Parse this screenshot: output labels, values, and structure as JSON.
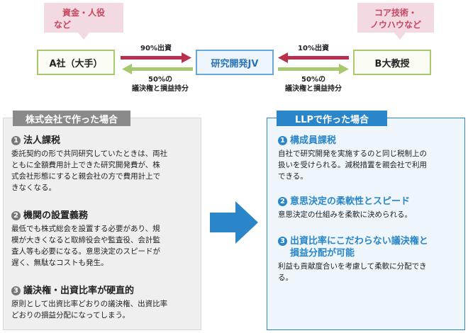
{
  "top": {
    "bubble_a": [
      "資金・人役",
      "など"
    ],
    "bubble_b": [
      "コア技術・",
      "ノウハウなど"
    ],
    "entity_a": "A社（大手）",
    "jv": "研究開発JV",
    "entity_b": "B大教授",
    "left_top_label": "90%出資",
    "left_bottom_label": [
      "50%の",
      "議決権と損益持分"
    ],
    "right_top_label": "10%出資",
    "right_bottom_label": [
      "50%の",
      "議決権と損益持分"
    ]
  },
  "left_panel": {
    "tab": "株式会社で作った場合",
    "sections": [
      {
        "num": "1",
        "title": "法人課税",
        "body": [
          "委託契約の形で共同研究していたときは、両社",
          "ともに全額費用計上できた研究開発費が、株",
          "式会社形態にすると親会社の方で費用計上で",
          "きなくなる。"
        ]
      },
      {
        "num": "2",
        "title": "機関の設置義務",
        "body": [
          "最低でも株式総会を設置する必要があり、規",
          "模が大きくなると取締役会や監査役、会計監",
          "査人等も必要になる。意思決定のスピードが",
          "遅く、無駄なコストも発生。"
        ]
      },
      {
        "num": "3",
        "title": "議決権・出資比率が硬直的",
        "body": [
          "原則として出資比率どおりの議決権、出資比率",
          "どおりの損益分配になってしまう。"
        ]
      }
    ]
  },
  "right_panel": {
    "tab": "LLPで作った場合",
    "sections": [
      {
        "num": "1",
        "title": [
          "構成員課税"
        ],
        "body": [
          "自社で研究開発を実施するのと同じ税制上の",
          "扱いを受けられる。減税措置を親会社で利用",
          "できる。"
        ]
      },
      {
        "num": "2",
        "title": [
          "意思決定の柔軟性とスピード"
        ],
        "body": [
          "意思決定の仕組みを柔軟に決められる。"
        ]
      },
      {
        "num": "3",
        "title": [
          "出資比率にこだわらない議決権と",
          "損益分配が可能"
        ],
        "body": [
          "利益も貢献度合いを考慮して柔軟に分配でき",
          "る。"
        ]
      }
    ]
  },
  "colors": {
    "accent_blue": "#2a86c8",
    "accent_red": "#b8304d",
    "accent_green": "#a9c96e",
    "bubble_pink": "#f2d9e2",
    "gray_tab": "#8a8a8a"
  }
}
